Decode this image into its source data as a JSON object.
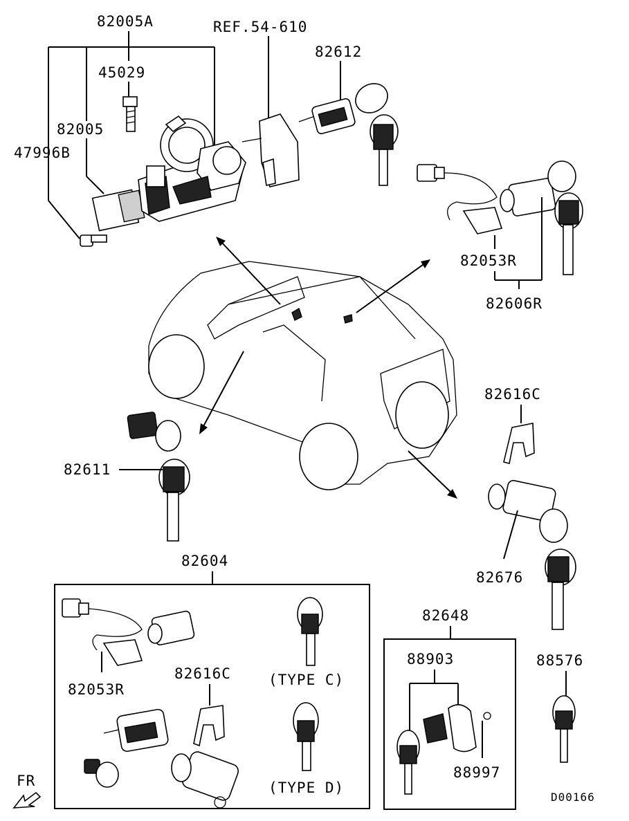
{
  "labels": {
    "p82005A": "82005A",
    "ref": "REF.54-610",
    "p82612": "82612",
    "p45029": "45029",
    "p82005": "82005",
    "p47996B": "47996B",
    "p82053R_top": "82053R",
    "p82606R": "82606R",
    "p82616C_right": "82616C",
    "p82611": "82611",
    "p82676": "82676",
    "p82604": "82604",
    "p82053R_box": "82053R",
    "p82616C_box": "82616C",
    "typeC": "(TYPE C)",
    "typeD": "(TYPE D)",
    "p82648": "82648",
    "p88903": "88903",
    "p88997": "88997",
    "p88576": "88576",
    "fr": "FR",
    "diagramCode": "D00166"
  }
}
